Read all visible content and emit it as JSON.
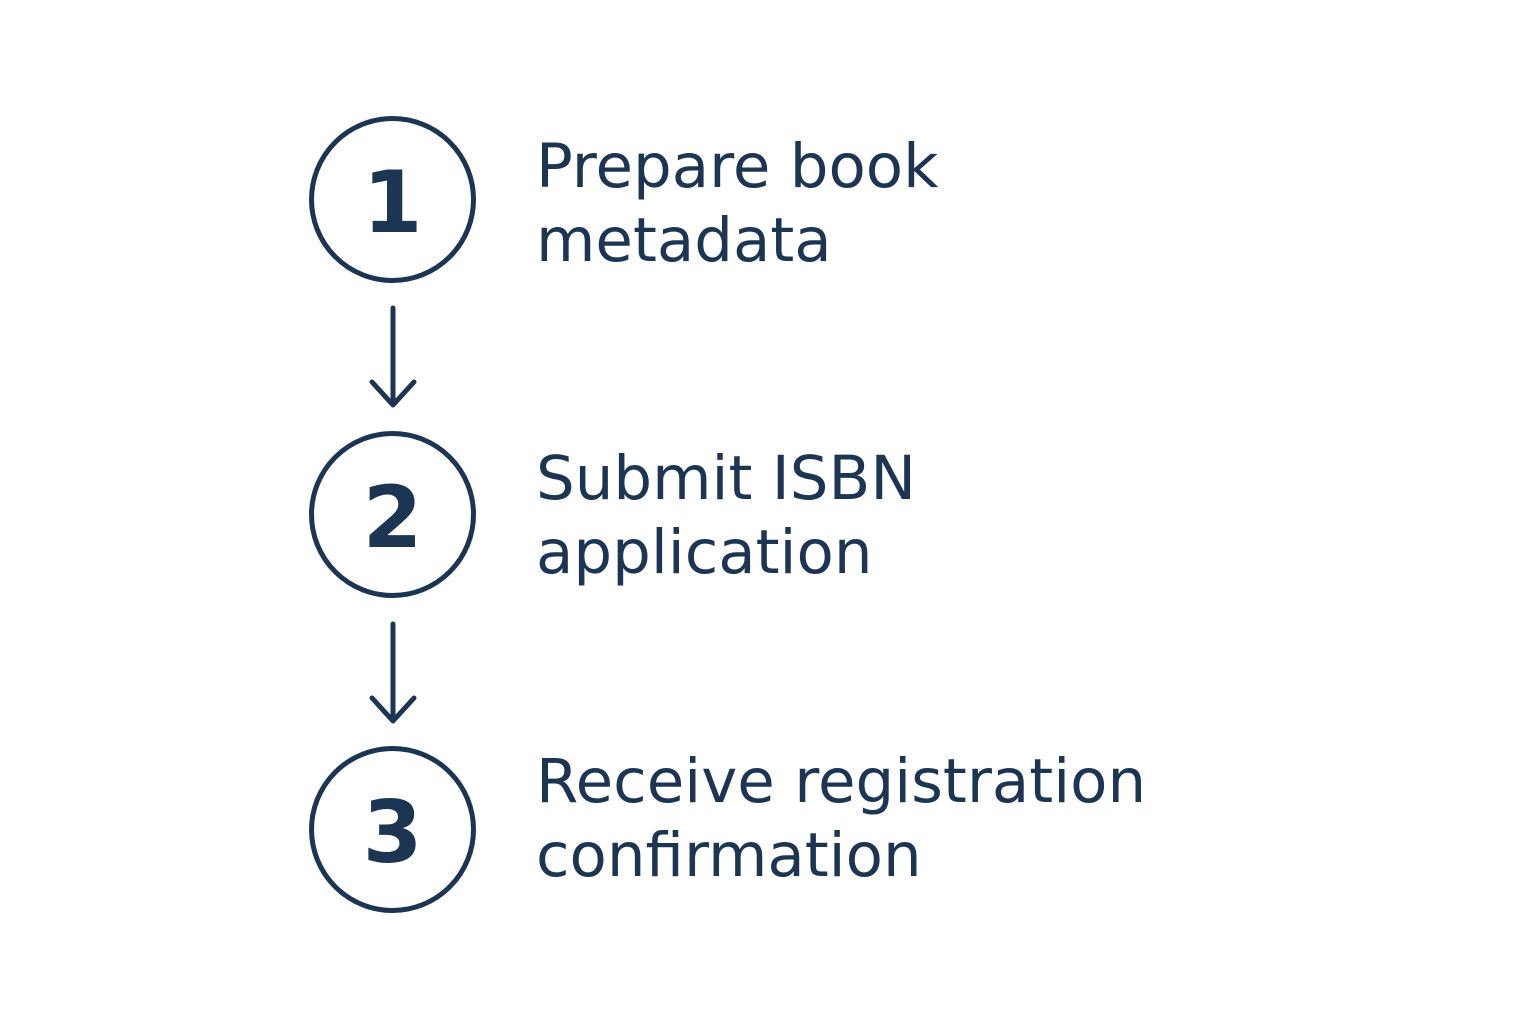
{
  "colors": {
    "ink": "#1c3553",
    "background": "#ffffff"
  },
  "steps": [
    {
      "number": "1",
      "line1": "Prepare book",
      "line2": "metadata"
    },
    {
      "number": "2",
      "line1": "Submit ISBN",
      "line2": "application"
    },
    {
      "number": "3",
      "line1": "Receive registration",
      "line2": "confirmation"
    }
  ],
  "connectors": [
    {
      "icon": "arrow-down-icon"
    },
    {
      "icon": "arrow-down-icon"
    }
  ]
}
